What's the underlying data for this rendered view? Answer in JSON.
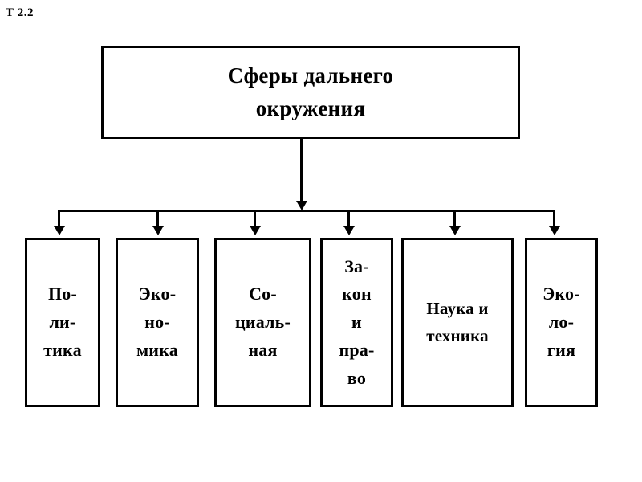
{
  "slide": {
    "corner_label": "Т 2.2",
    "background_color": "#ffffff",
    "line_color": "#000000"
  },
  "diagram": {
    "type": "hierarchy-tree",
    "root": {
      "label": "Сферы дальнего окружения",
      "lines": [
        "Сферы дальнего",
        "окружения"
      ]
    },
    "children": [
      {
        "label": "Политика",
        "lines": [
          "По-",
          "ли-",
          "тика"
        ]
      },
      {
        "label": "Экономика",
        "lines": [
          "Эко-",
          "но-",
          "мика"
        ]
      },
      {
        "label": "Социальная",
        "lines": [
          "Со-",
          "циаль-",
          "ная"
        ]
      },
      {
        "label": "Закон и право",
        "lines": [
          "За-",
          "кон",
          "и",
          "пра-",
          "во"
        ]
      },
      {
        "label": "Наука и техника",
        "lines": [
          "Наука и",
          "техника"
        ]
      },
      {
        "label": "Экология",
        "lines": [
          "Эко-",
          "ло-",
          "гия"
        ]
      }
    ]
  }
}
